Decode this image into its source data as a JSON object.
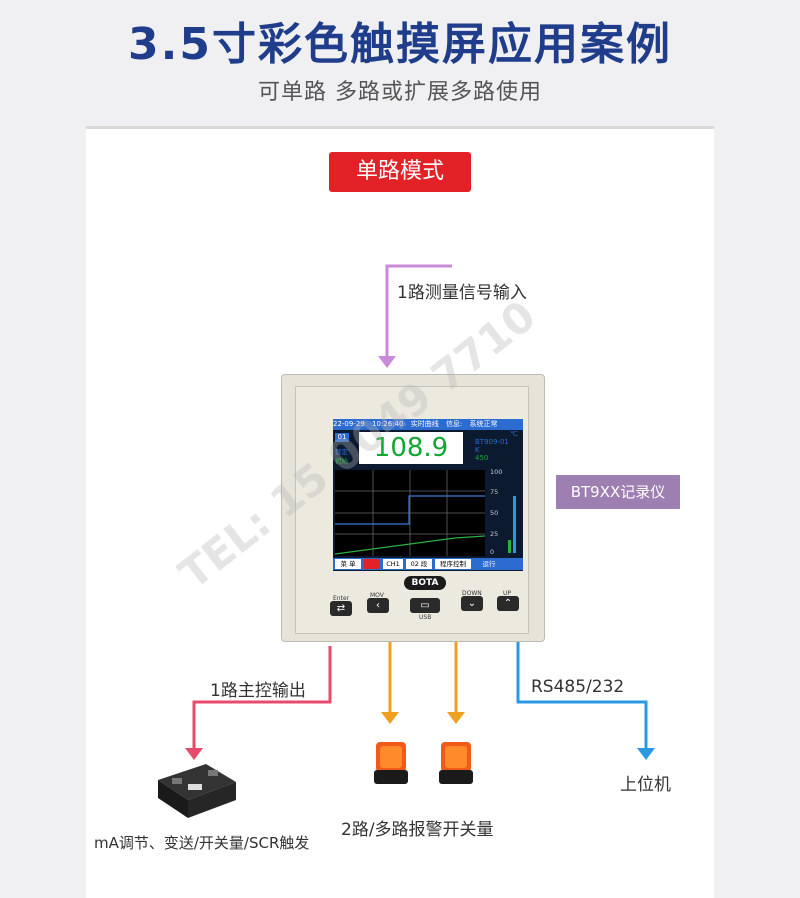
{
  "header": {
    "title": "3.5寸彩色触摸屏应用案例",
    "subtitle": "可单路 多路或扩展多路使用"
  },
  "mode_badge": "单路模式",
  "labels": {
    "input": "1路测量信号输入",
    "model": "BT9XX记录仪",
    "main_output": "1路主控输出",
    "rs485": "RS485/232",
    "alarm": "2路/多路报警开关量",
    "host": "上位机",
    "ssr": "mA调节、变送/开关量/SCR触发"
  },
  "screen": {
    "date": "22-09-29",
    "time": "10:26:40",
    "view": "实时曲线",
    "info_label": "信息:",
    "status": "系统正常",
    "channel": "01",
    "reading": "108.9",
    "setpoint_label": "整定:",
    "preset_label": "初始",
    "device_id": "BT909-01",
    "unit": "℃",
    "type": "K",
    "range_max": "450",
    "scale": [
      "100",
      "75",
      "50",
      "25",
      "0"
    ],
    "bottom_tabs": [
      "菜 单",
      "CH1",
      "02 段",
      "程序控制",
      "运行"
    ]
  },
  "device": {
    "brand": "BOTA",
    "buttons": [
      {
        "label": "Enter",
        "symbol": "⇄"
      },
      {
        "label": "MOV",
        "symbol": "‹"
      },
      {
        "label": "USB",
        "symbol": "▭"
      },
      {
        "label": "DOWN",
        "symbol": "⌄"
      },
      {
        "label": "UP",
        "symbol": "⌃"
      }
    ]
  },
  "watermark": "TEL: 15 0049 7710",
  "colors": {
    "title": "#1f3d8a",
    "badge": "#e32227",
    "input_arrow": "#c98ad8",
    "output_arrow": "#e84a6a",
    "alarm_arrow": "#f0a020",
    "rs485_arrow": "#2a9ae0",
    "model_tag": "#9e7fb2"
  }
}
